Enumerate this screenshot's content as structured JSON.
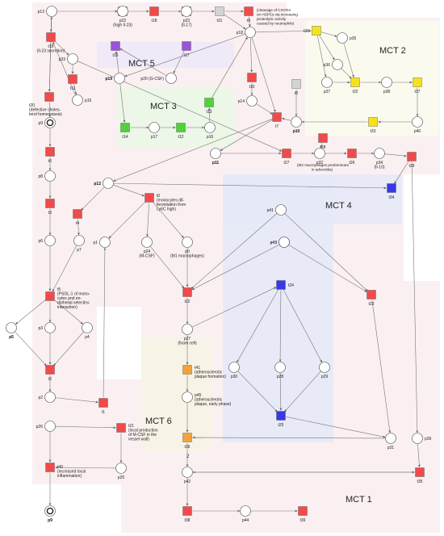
{
  "colors": {
    "red": "#ef4b4b",
    "yellow": "#f5e21c",
    "purple": "#9a55d6",
    "green": "#52d13c",
    "blue": "#3838e8",
    "orange": "#f2a33c",
    "gray": "#d4d4d4",
    "mct1": "#fbeef0",
    "mct2": "#fbfbee",
    "mct3": "#eaf7e6",
    "mct4": "#e5e9f7",
    "mct5": "#ede8f8",
    "mct6": "#f6f3e6"
  },
  "regions": {
    "mct1": "MCT 1",
    "mct2": "MCT 2",
    "mct3": "MCT 3",
    "mct4": "MCT 4",
    "mct5": "MCT 5",
    "mct6": "MCT 6"
  },
  "transitions": [
    {
      "id": "t22",
      "label": "p22\n(high Il-23)"
    },
    {
      "id": "t18",
      "label": "t18"
    },
    {
      "id": "t23",
      "label": "p23\n(Il-17)"
    },
    {
      "id": "t31",
      "label": "t31"
    },
    {
      "id": "t9",
      "label": "t9"
    },
    {
      "id": "t19",
      "label": "t19\n(Il-23 secretion)"
    },
    {
      "id": "t11",
      "label": "t11"
    },
    {
      "id": "t20",
      "label": "t20\n(defective choles-\nterol homeostasis)"
    },
    {
      "id": "t30",
      "label": "t30"
    },
    {
      "id": "t32",
      "label": "t32"
    },
    {
      "id": "t37",
      "label": "t37"
    },
    {
      "id": "t33",
      "label": "t33"
    },
    {
      "id": "t16",
      "label": "t16"
    },
    {
      "id": "t17",
      "label": "t17"
    },
    {
      "id": "t13",
      "label": "t13"
    },
    {
      "id": "t10",
      "label": "t10"
    },
    {
      "id": "t8",
      "label": "t8"
    },
    {
      "id": "t7",
      "label": "t7"
    },
    {
      "id": "t14",
      "label": "t14"
    },
    {
      "id": "t12",
      "label": "t12"
    },
    {
      "id": "t6",
      "label": "t6"
    },
    {
      "id": "t28",
      "label": "t28"
    },
    {
      "id": "t27",
      "label": "t27"
    },
    {
      "id": "t26",
      "label": "t26"
    },
    {
      "id": "t29",
      "label": "t29"
    },
    {
      "id": "t4",
      "label": "t4"
    },
    {
      "id": "t3",
      "label": "t3"
    },
    {
      "id": "t0",
      "label": "t0\n(monocytes dif-\nferentiation from\nLy6C high)"
    },
    {
      "id": "t34",
      "label": "t34"
    },
    {
      "id": "t5",
      "label": "t5\n(PSGL-1 of mono-\ncytes and en-\ndothelial selectins\ninteraction)"
    },
    {
      "id": "t22b",
      "label": "t22"
    },
    {
      "id": "t24",
      "label": "t24"
    },
    {
      "id": "t25",
      "label": "t25"
    },
    {
      "id": "t2",
      "label": "t2"
    },
    {
      "id": "t1",
      "label": "t1"
    },
    {
      "id": "t41",
      "label": "t41\n(atherosclerotic\nplaque formation)"
    },
    {
      "id": "t23b",
      "label": "t23"
    },
    {
      "id": "t21",
      "label": "t21\n(local production\nof M-CSF in the\nvessel wall)"
    },
    {
      "id": "t36",
      "label": "t36"
    },
    {
      "id": "t40",
      "label": "t40\n(increased local\ninflammation)"
    },
    {
      "id": "t35",
      "label": "t35"
    },
    {
      "id": "t38",
      "label": "t38"
    },
    {
      "id": "t39",
      "label": "t39"
    }
  ],
  "places": [
    {
      "id": "p13",
      "label": "p13"
    },
    {
      "id": "p22",
      "label": ""
    },
    {
      "id": "p23",
      "label": ""
    },
    {
      "id": "p18",
      "label": "p18"
    },
    {
      "id": "p33",
      "label": "p33"
    },
    {
      "id": "p15",
      "label": "p15"
    },
    {
      "id": "p9a",
      "label": "p9"
    },
    {
      "id": "p19",
      "label": "p19"
    },
    {
      "id": "p20",
      "label": "p20 (G-CSF)"
    },
    {
      "id": "p35",
      "label": "p35"
    },
    {
      "id": "p36",
      "label": "p36"
    },
    {
      "id": "p37",
      "label": "p37"
    },
    {
      "id": "p38",
      "label": "p38"
    },
    {
      "id": "p40",
      "label": "p40"
    },
    {
      "id": "p14",
      "label": "p14"
    },
    {
      "id": "p10",
      "label": "p10"
    },
    {
      "id": "p16",
      "label": "p16"
    },
    {
      "id": "p17",
      "label": "p17"
    },
    {
      "id": "p8",
      "label": "p8"
    },
    {
      "id": "p43",
      "label": "p43"
    },
    {
      "id": "p32",
      "label": "p32"
    },
    {
      "id": "p34",
      "label": "p34\n(Il-10)"
    },
    {
      "id": "p11",
      "label": "p11"
    },
    {
      "id": "p12",
      "label": "p12"
    },
    {
      "id": "p6",
      "label": "p6"
    },
    {
      "id": "p7",
      "label": "p7"
    },
    {
      "id": "p1",
      "label": "p1"
    },
    {
      "id": "p24",
      "label": "p24\n(M-CSF)"
    },
    {
      "id": "p0",
      "label": "p0\n(M1 macrophages)"
    },
    {
      "id": "p41",
      "label": "p41"
    },
    {
      "id": "p43b",
      "label": "p43"
    },
    {
      "id": "p5",
      "label": "p5"
    },
    {
      "id": "p3",
      "label": "p3"
    },
    {
      "id": "p4",
      "label": "p4"
    },
    {
      "id": "p27",
      "label": "p27\n(foam cell)"
    },
    {
      "id": "p30",
      "label": "p30"
    },
    {
      "id": "p28",
      "label": "p28"
    },
    {
      "id": "p29",
      "label": "p29"
    },
    {
      "id": "p2",
      "label": "p2"
    },
    {
      "id": "p45",
      "label": "p45\n(atherosclerotic\nplaque, early phase)"
    },
    {
      "id": "p26",
      "label": "p26"
    },
    {
      "id": "p31",
      "label": "p31"
    },
    {
      "id": "p39",
      "label": "p39"
    },
    {
      "id": "p25",
      "label": "p25"
    },
    {
      "id": "p42",
      "label": "p42"
    },
    {
      "id": "p44",
      "label": "p44"
    },
    {
      "id": "p9b",
      "label": "p9"
    }
  ],
  "notes": {
    "cxcr4": "(cleavage of CXCR4\non HSPCs via increasing\nproteolytic activity\ncaused by neutrophils)",
    "m2": "(M2 macrophages predominant\nin adventitia)",
    "weight2": "2"
  }
}
